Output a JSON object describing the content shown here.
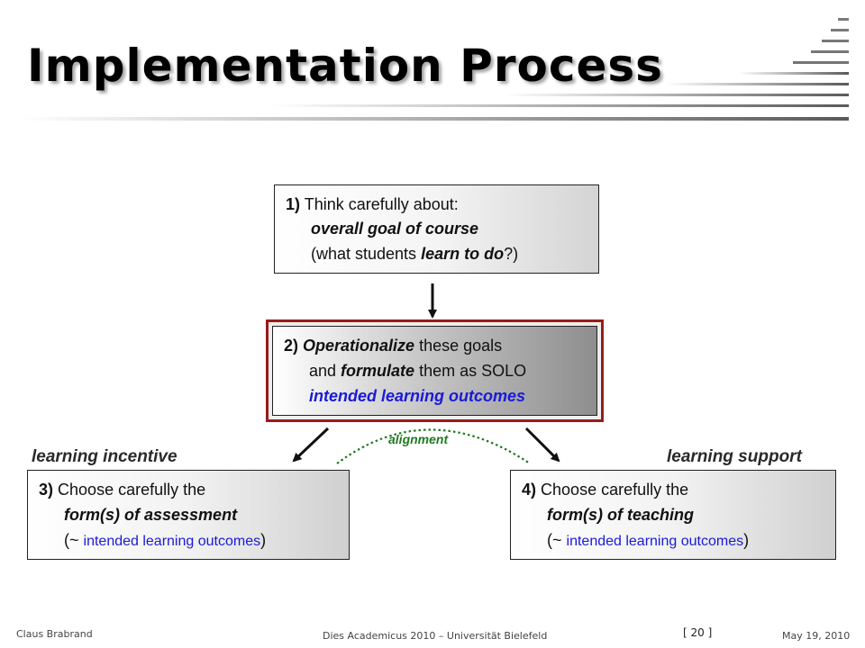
{
  "slide": {
    "title": "Implementation Process"
  },
  "box1": {
    "num": "1)",
    "line1": "Think carefully about:",
    "line2": "overall goal of course",
    "line3_a": "(what students ",
    "line3_b": "learn to do",
    "line3_c": "?)"
  },
  "box2": {
    "num": "2)",
    "line1_a": "Operationalize",
    "line1_b": " these goals",
    "line2_a": "and ",
    "line2_b": "formulate",
    "line2_c": " them as SOLO",
    "line3": "intended learning outcomes"
  },
  "box3": {
    "num": "3)",
    "line1": "Choose carefully the",
    "line2": "form(s) of assessment",
    "line3_a": "(~ ",
    "line3_b": "intended learning outcomes",
    "line3_c": ")"
  },
  "box4": {
    "num": "4)",
    "line1": "Choose carefully the",
    "line2": "form(s) of teaching",
    "line3_a": "(~ ",
    "line3_b": "intended learning outcomes",
    "line3_c": ")"
  },
  "labels": {
    "left": "learning incentive",
    "right": "learning support",
    "alignment": "alignment"
  },
  "footer": {
    "author": "Claus Brabrand",
    "event": "Dies Academicus 2010 – Universität Bielefeld",
    "page": "[ 20 ]",
    "date": "May 19, 2010"
  },
  "colors": {
    "highlight_border": "#9a1b1b",
    "outcome_blue": "#1a1ad8",
    "alignment_green": "#1f7a1f"
  }
}
